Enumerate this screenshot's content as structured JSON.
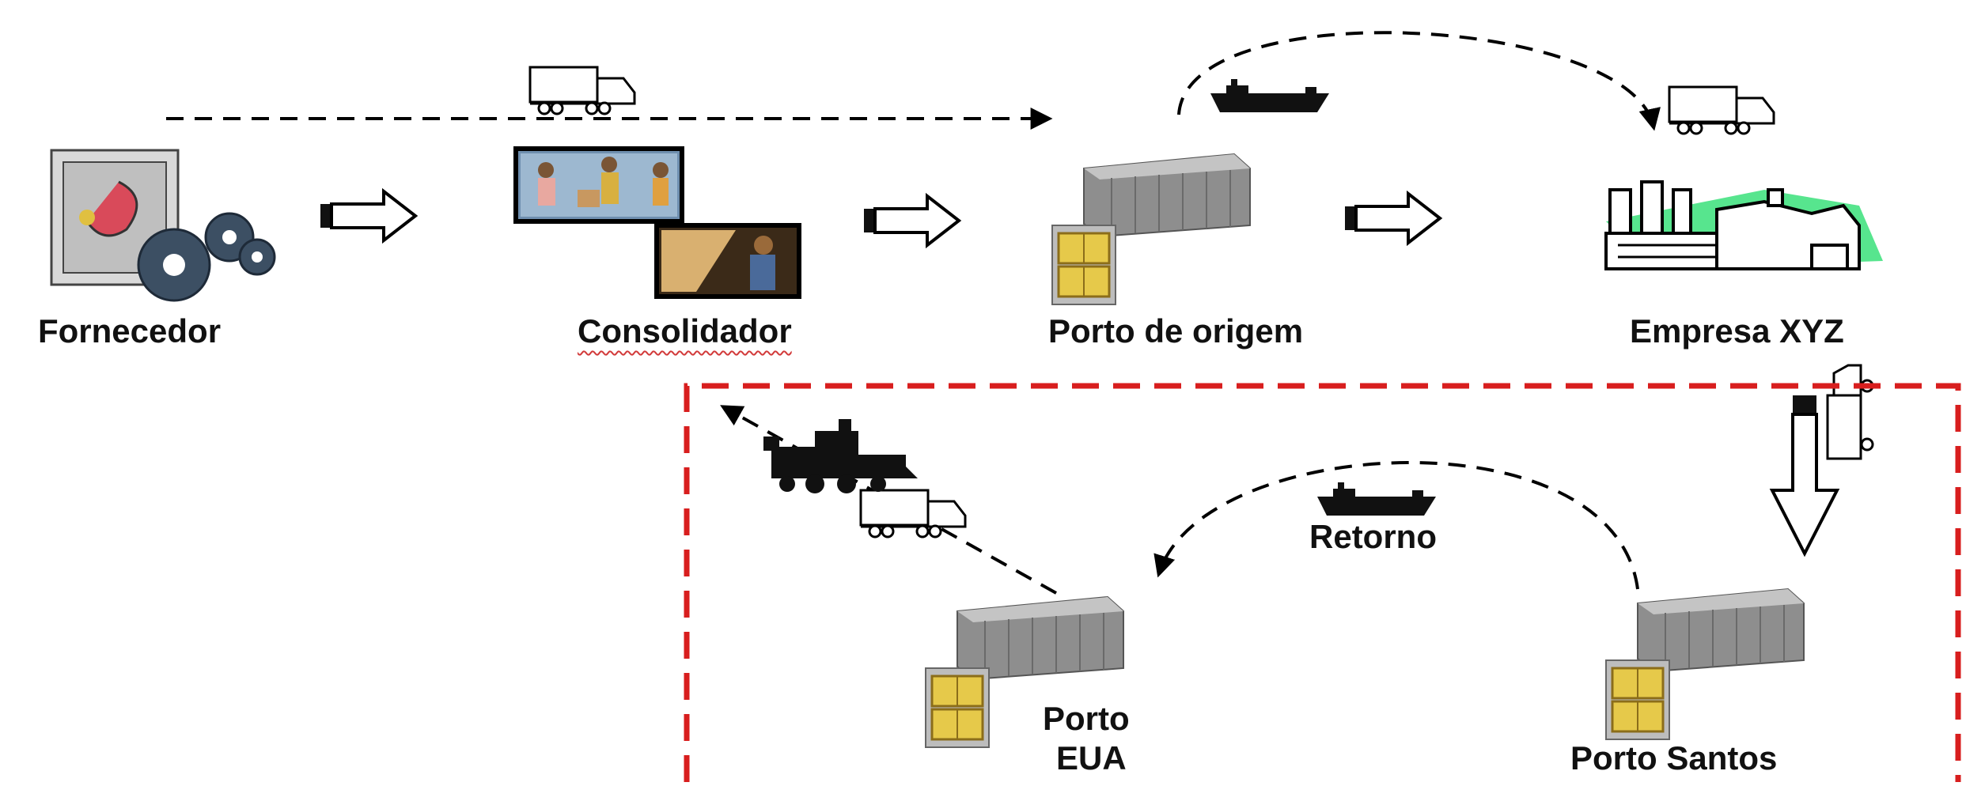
{
  "labels": {
    "fornecedor": "Fornecedor",
    "consolidador": "Consolidador",
    "porto_origem": "Porto de origem",
    "empresa": "Empresa XYZ",
    "retorno": "Retorno",
    "porto_eua_line1": "Porto",
    "porto_eua_line2": "EUA",
    "porto_santos": "Porto Santos"
  },
  "colors": {
    "region_border": "#d81e1e",
    "arrow_stroke": "#000000",
    "container_metal": "#9a9a9a",
    "cargo_yellow": "#e6c94a",
    "factory_green": "#39e07a"
  },
  "icons": {
    "supplier": "supplier-machinery-icon",
    "consolidator": "workers-loading-icon",
    "port": "shipping-container-icon",
    "company": "factory-icon",
    "truck": "truck-icon",
    "ship": "ship-icon",
    "train": "train-icon"
  }
}
